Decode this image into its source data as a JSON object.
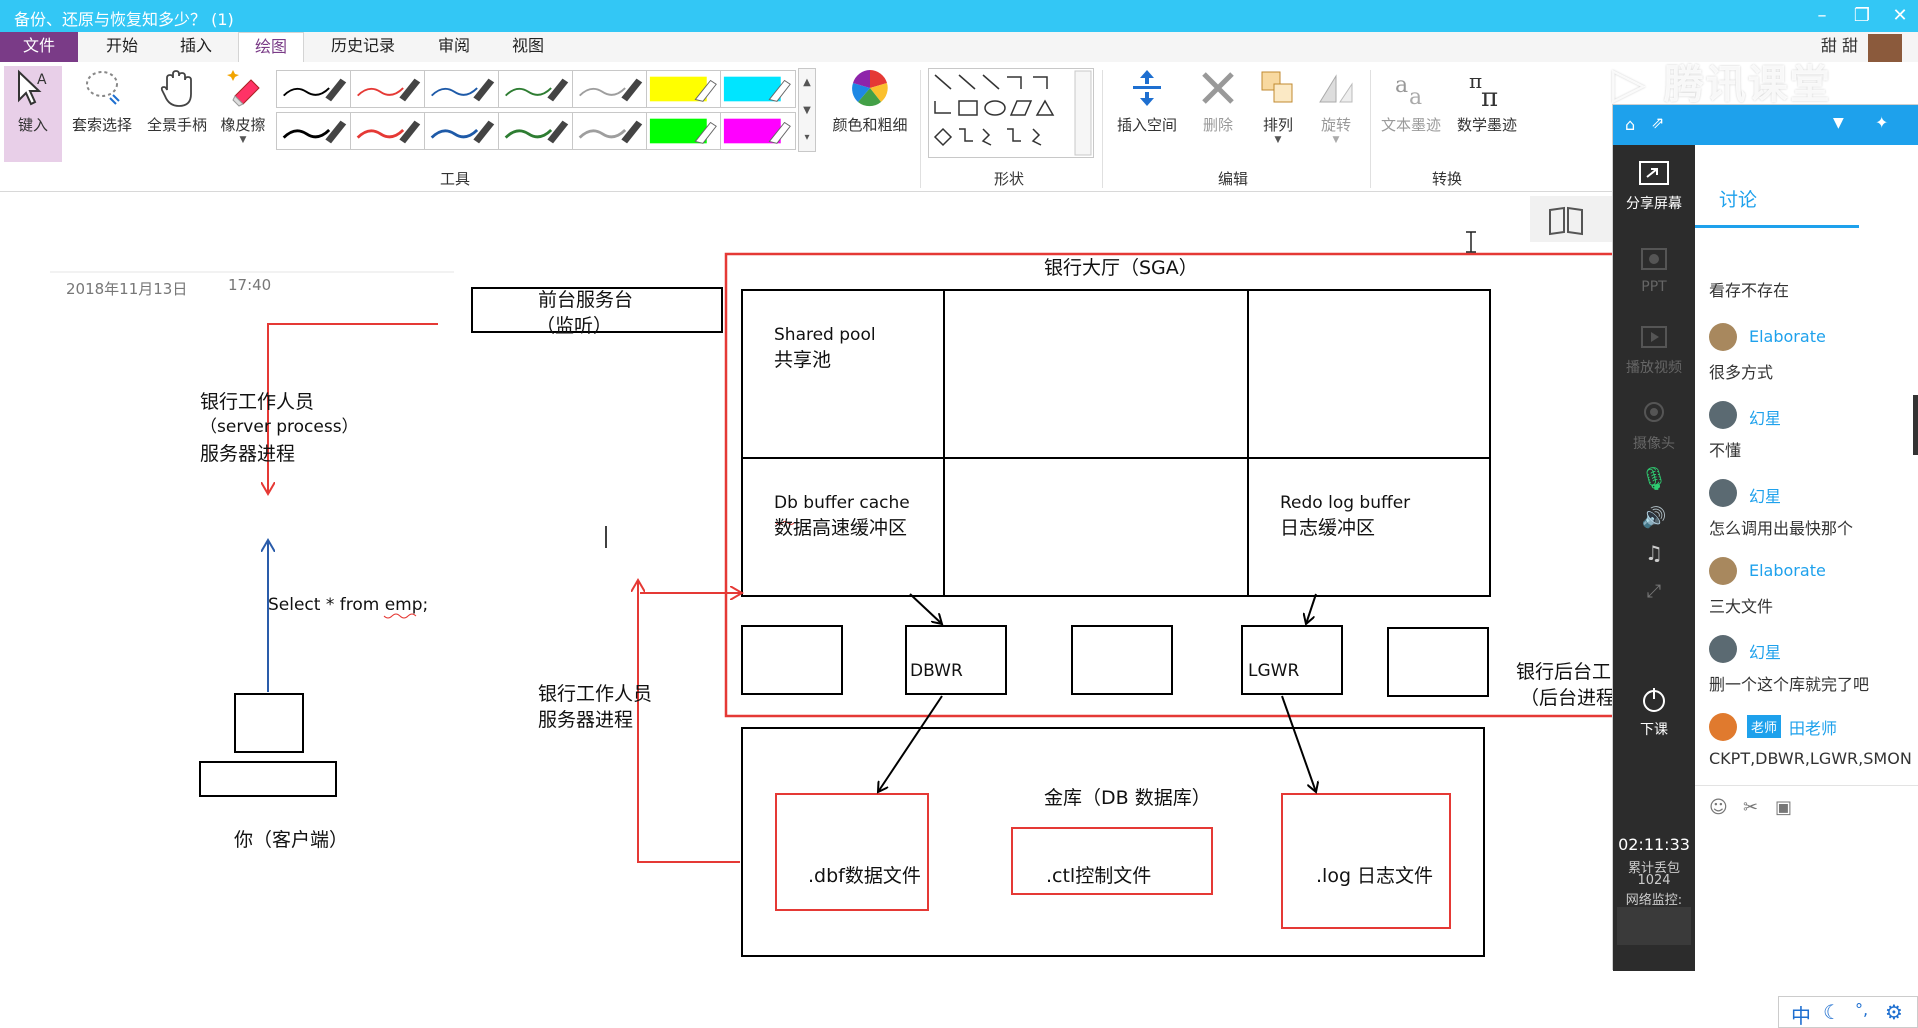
{
  "window": {
    "title": "备份、还原与恢复知多少？ (1)",
    "user_name": "甜 甜"
  },
  "tabs": [
    {
      "label": "文件"
    },
    {
      "label": "开始"
    },
    {
      "label": "插入"
    },
    {
      "label": "绘图"
    },
    {
      "label": "历史记录"
    },
    {
      "label": "审阅"
    },
    {
      "label": "视图"
    }
  ],
  "ribbon": {
    "tools": {
      "label": "工具",
      "type_label": "键入",
      "lasso_label": "套索选择",
      "pan_label": "全景手柄",
      "eraser_label": "橡皮擦",
      "color_label": "颜色和粗细"
    },
    "shapes": {
      "label": "形状"
    },
    "edit": {
      "label": "编辑",
      "insert_space": "插入空间",
      "delete": "删除",
      "arrange": "排列",
      "rotate": "旋转"
    },
    "convert": {
      "label": "转换",
      "ink_to_text": "文本墨迹",
      "math_ink": "数学墨迹"
    },
    "pen_colors": [
      "#000000",
      "#e53935",
      "#1e5aa8",
      "#2e7d32",
      "#9e9e9e",
      "#ffff00",
      "#00e5ff",
      "#000000",
      "#e53935",
      "#1e5aa8",
      "#2e7d32",
      "#9e9e9e",
      "#00ff00",
      "#ff00ff"
    ]
  },
  "note": {
    "date": "2018年11月13日",
    "time": "17:40"
  },
  "diagram": {
    "reception": "前台服务台",
    "listener": "（监听）",
    "bank_staff": "银行工作人员",
    "server_process_en": "（server process）",
    "server_process_cn": "服务器进程",
    "sql": "Select * from emp;",
    "client": "你（客户端）",
    "hall": "银行大厅（SGA）",
    "shared_pool_en": "Shared pool",
    "shared_pool_cn": "共享池",
    "db_buffer_en": "Db buffer cache",
    "db_buffer_cn": "数据高速缓冲区",
    "redo_en": "Redo log buffer",
    "redo_cn": "日志缓冲区",
    "dbwr": "DBWR",
    "lgwr": "LGWR",
    "staff2_line1": "银行工作人员",
    "staff2_line2": "服务器进程",
    "backend_line1": "银行后台工",
    "backend_line2": "（后台进程",
    "vault": "金库（DB 数据库）",
    "dbf": ".dbf数据文件",
    "ctl": ".ctl控制文件",
    "log": ".log 日志文件"
  },
  "tencent": {
    "logo": "腾讯课堂",
    "chat_tab": "讨论",
    "side": {
      "share_screen": "分享屏幕",
      "ppt": "PPT",
      "play_video": "播放视频",
      "camera": "摄像头",
      "end_class": "下课",
      "timer": "02:11:33",
      "lost_packets_label": "累计丢包",
      "lost_packets": "1024",
      "net_monitor": "网络监控:"
    },
    "messages": [
      {
        "name": "",
        "text": "看存不存在"
      },
      {
        "name": "Elaborate",
        "text": "很多方式"
      },
      {
        "name": "幻星",
        "text": "不懂"
      },
      {
        "name": "幻星",
        "text": "怎么调用出最快那个"
      },
      {
        "name": "Elaborate",
        "text": "三大文件"
      },
      {
        "name": "幻星",
        "text": "删一个这个库就完了吧"
      },
      {
        "name": "田老师",
        "badge": "老师",
        "text": "CKPT,DBWR,LGWR,SMON"
      }
    ]
  },
  "ime": {
    "lang": "中"
  }
}
